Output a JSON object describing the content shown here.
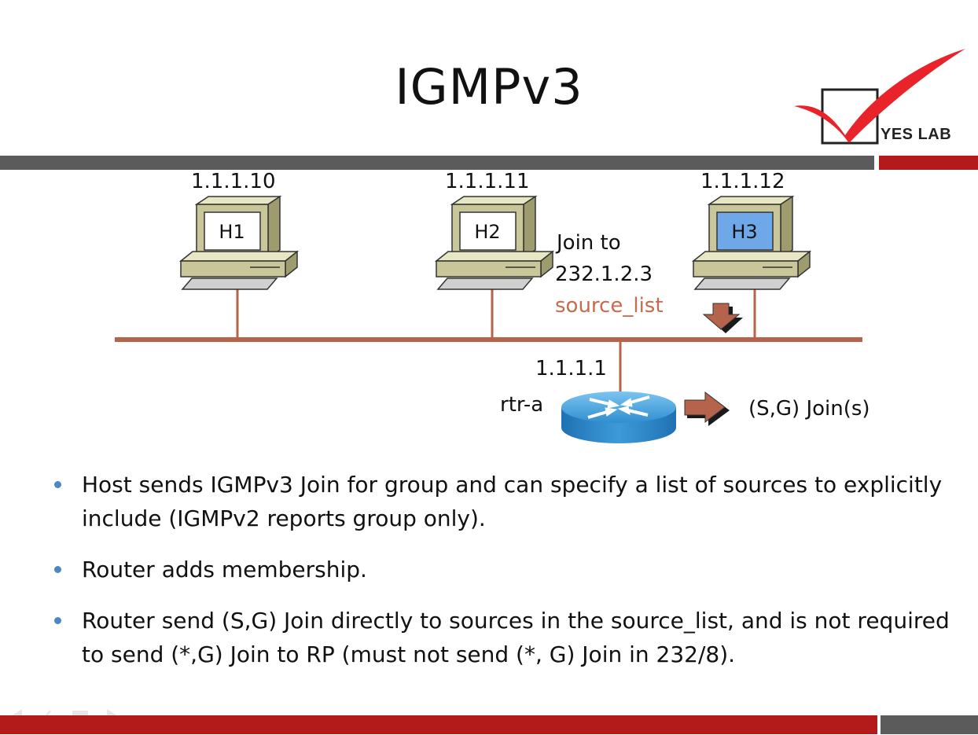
{
  "slide": {
    "title": "IGMPv3",
    "logo_text": "YES LAB"
  },
  "diagram": {
    "hosts": [
      {
        "name": "H1",
        "ip": "1.1.1.10"
      },
      {
        "name": "H2",
        "ip": "1.1.1.11"
      },
      {
        "name": "H3",
        "ip": "1.1.1.12"
      }
    ],
    "join_line1": "Join to",
    "join_line2": "232.1.2.3",
    "join_line3": "source_list",
    "router_ip": "1.1.1.1",
    "router_name": "rtr-a",
    "router_action": "(S,G) Join(s)"
  },
  "bullets": [
    "Host sends IGMPv3 Join for group and can specify a list of sources to explicitly include (IGMPv2 reports group only).",
    "Router adds membership.",
    "Router send (S,G) Join directly to sources in the source_list, and is not required to send (*,G) Join to RP (must not send (*, G) Join in 232/8)."
  ],
  "colors": {
    "accent_red": "#b31b1b",
    "bar_gray": "#5b5b5b",
    "link_brown": "#b5634a",
    "host3_screen": "#6fa8e8",
    "bullet_blue": "#4a86c8"
  }
}
